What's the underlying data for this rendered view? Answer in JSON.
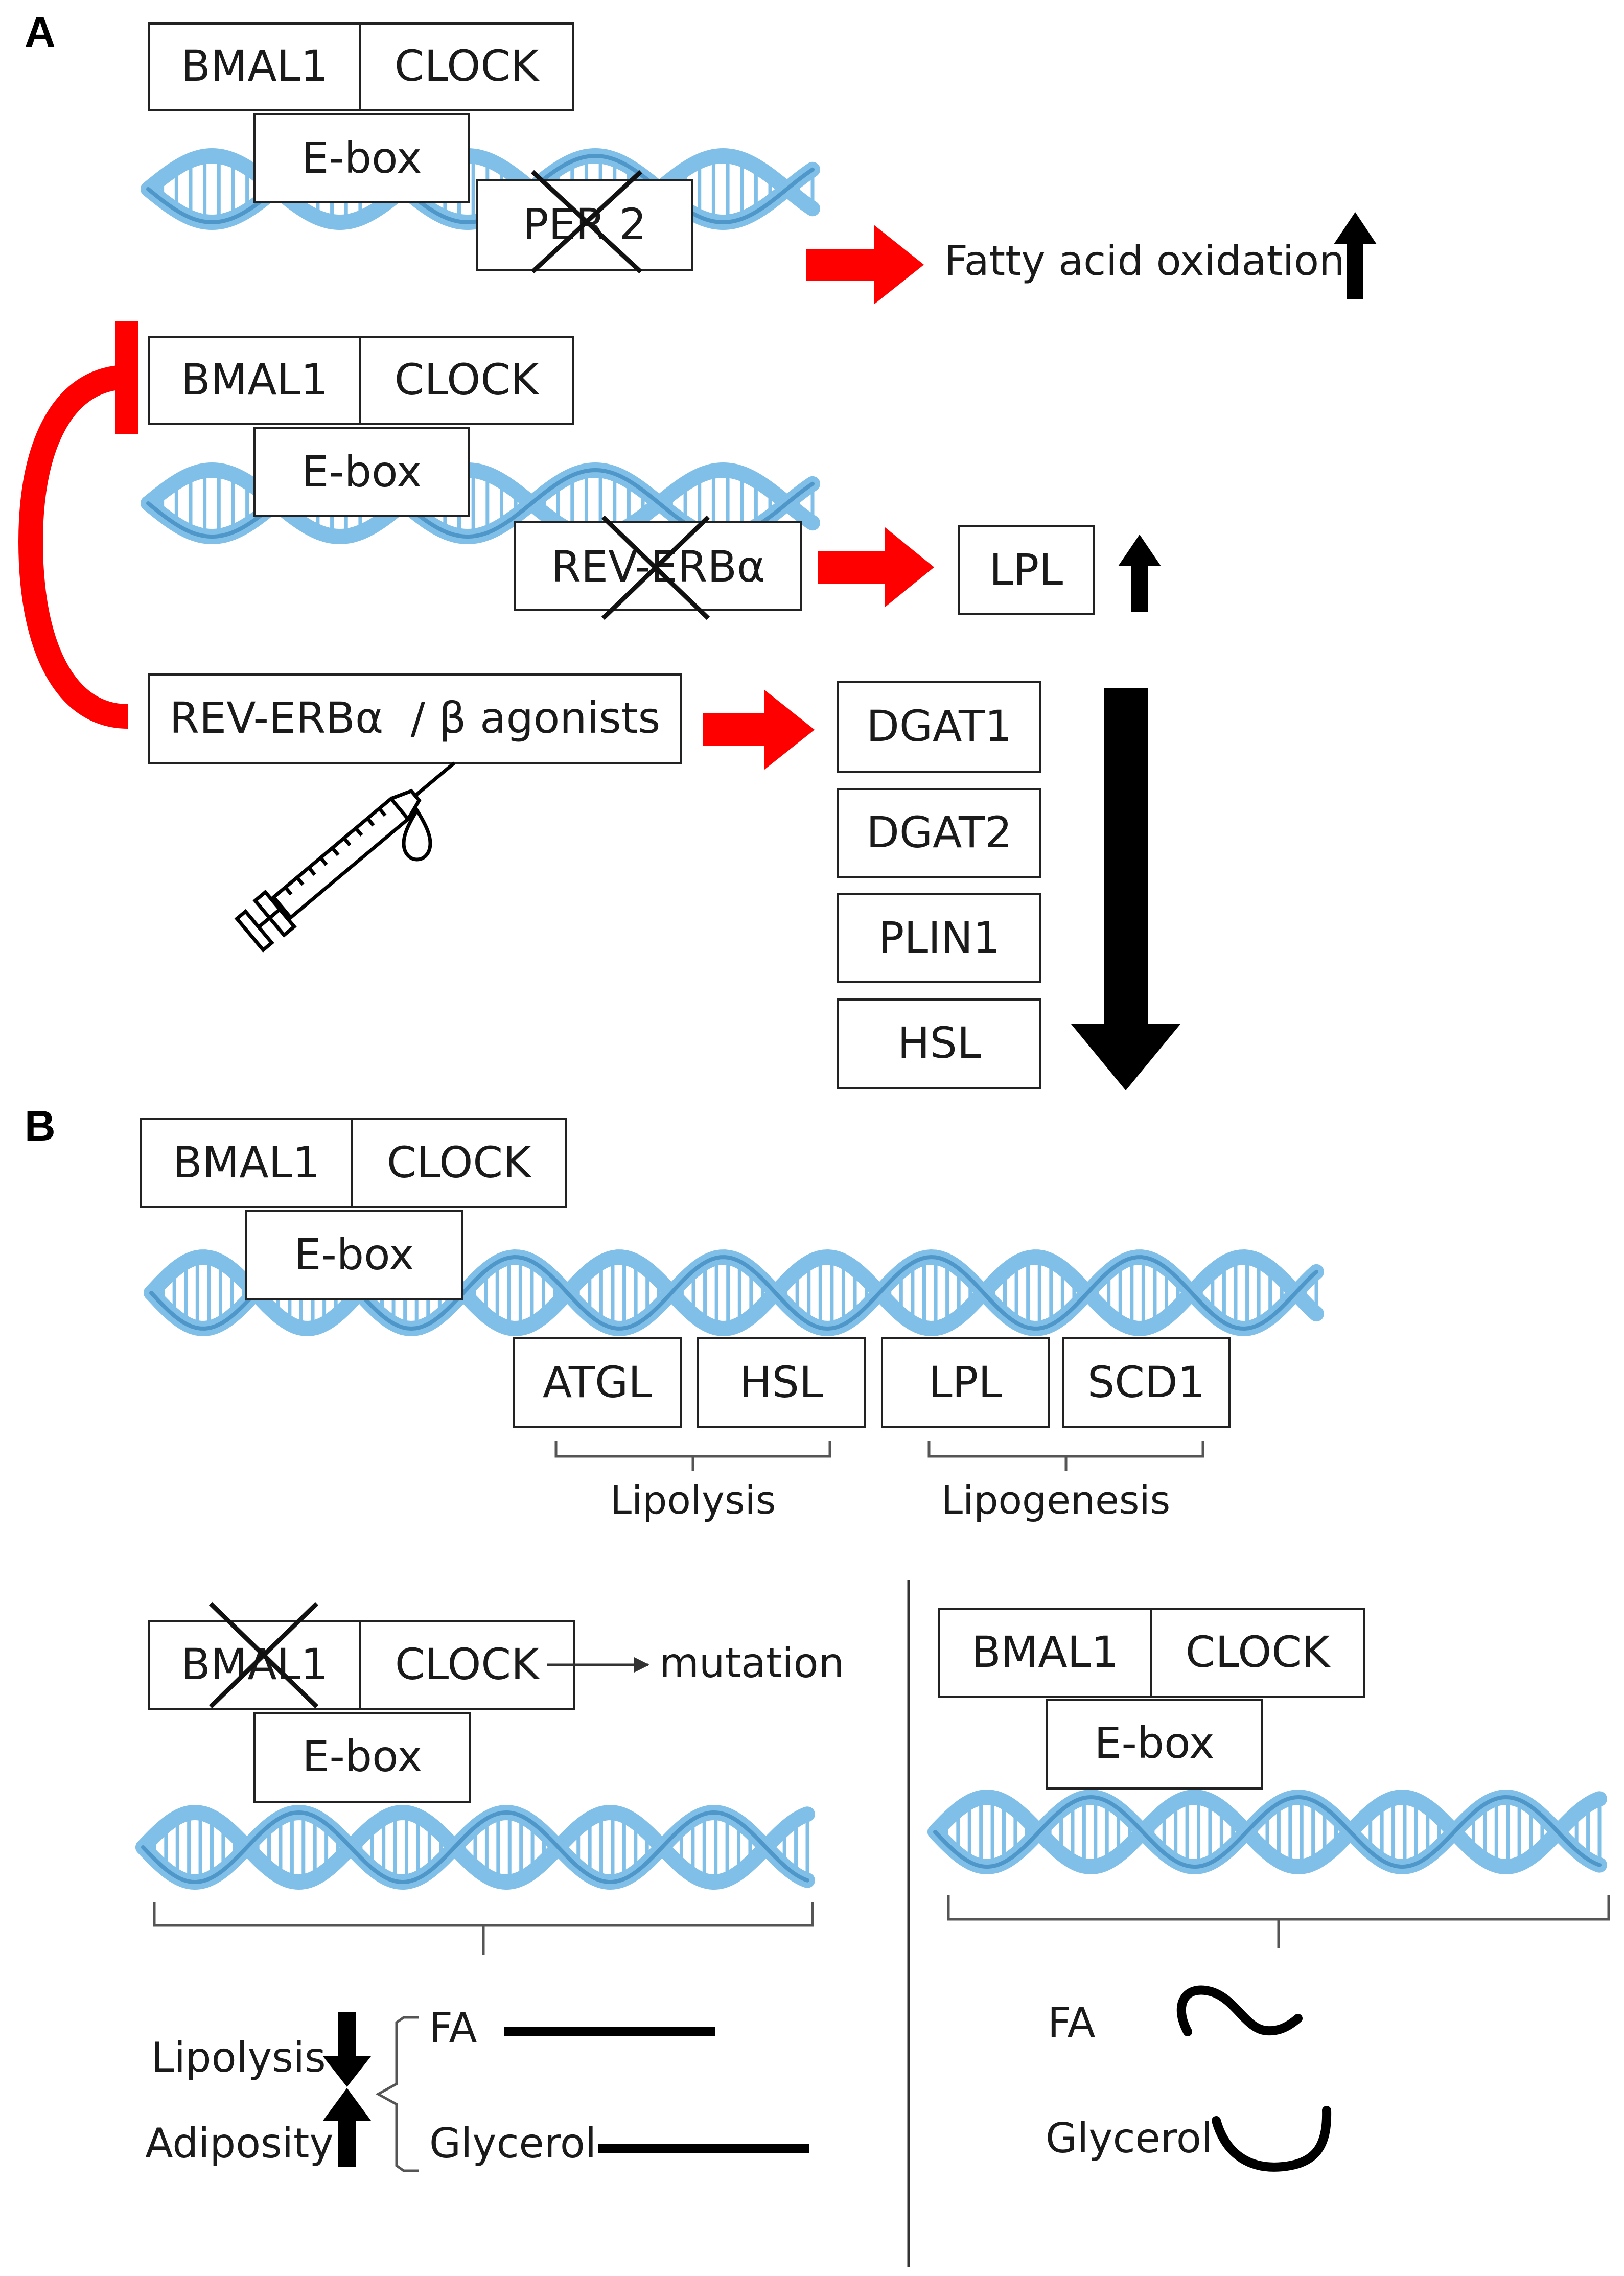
{
  "panels": {
    "a": "A",
    "b": "B"
  },
  "colors": {
    "dna": "#7fbfe8",
    "dna_dark": "#4e97c8",
    "red_arrow": "#ff0000",
    "black_arrow": "#000000",
    "box_stroke": "#222222"
  },
  "genes": {
    "bmal1": "BMAL1",
    "clock": "CLOCK",
    "ebox": "E-box",
    "per2": "PER 2",
    "reverba": "REV-ERBα",
    "agonists": "REV-ERBα  / β agonists",
    "lpl": "LPL",
    "dgat1": "DGAT1",
    "dgat2": "DGAT2",
    "plin1": "PLIN1",
    "hsl": "HSL",
    "atgl": "ATGL",
    "scd1": "SCD1"
  },
  "labels": {
    "fatty_acid_oxidation": "Fatty acid oxidation",
    "lipolysis": "Lipolysis",
    "lipogenesis": "Lipogenesis",
    "mutation": "mutation",
    "adiposity": "Adiposity",
    "fa": "FA",
    "glycerol": "Glycerol"
  },
  "icons": {
    "knockout": "cross-out-icon",
    "injection": "syringe-icon",
    "up": "arrow-up-icon",
    "down": "arrow-down-icon"
  }
}
